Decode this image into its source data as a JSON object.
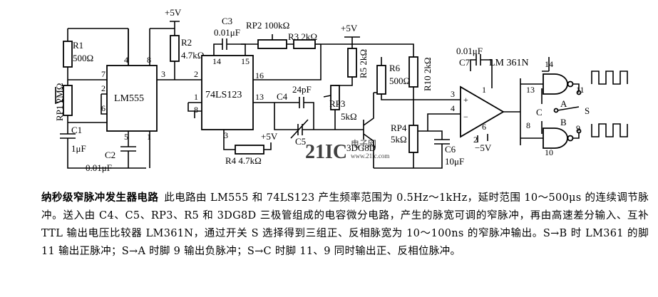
{
  "schematic": {
    "ic_labels": {
      "lm555": "LM555",
      "ls123": "74LS123",
      "lm361": "LM 361N",
      "transistor": "3DG8D"
    },
    "supply": {
      "plus5v_a": "+5V",
      "plus5v_b": "+5V",
      "plus5v_c": "+5V",
      "minus5v": "−5V"
    },
    "components": {
      "r1": "R1",
      "r1_value": "500Ω",
      "rp1": "RP1 2MΩ",
      "c1": "C1",
      "c1_value": "1μF",
      "r2": "R2",
      "r2_value": "4.7kΩ",
      "c2": "C2",
      "c2_value": "0.01μF",
      "c3": "C3",
      "c3_value": "0.01μF",
      "rp2": "RP2 100kΩ",
      "r3": "R3 2kΩ",
      "c4": "C4",
      "c4_value": "24pF",
      "c5": "C5",
      "r4": "R4 4.7kΩ",
      "rp3": "RP3",
      "rp3_value": "5kΩ",
      "r5": "R5 2kΩ",
      "r6": "R6",
      "r6_value": "500Ω",
      "r10": "R10 2kΩ",
      "c7": "C7",
      "c7_value": "0.01μF",
      "rp4": "RP4",
      "rp4_value": "5kΩ",
      "c6": "C6",
      "c6_value": "10μF"
    },
    "pins": {
      "lm555": {
        "p4": "4",
        "p8": "8",
        "p7": "7",
        "p2": "2",
        "p6": "6",
        "p3": "3",
        "p5": "5",
        "p1": "1"
      },
      "ls123": {
        "p14": "14",
        "p15": "15",
        "p16": "16",
        "p2": "2",
        "p1": "1",
        "p8": "8",
        "p13": "13",
        "p3": "3"
      },
      "comparator": {
        "p3": "3",
        "p4": "4",
        "p1": "1",
        "p6": "6",
        "p2": "2",
        "plus": "+",
        "minus": "−"
      },
      "outputs": {
        "p14": "14",
        "p13": "13",
        "p11": "11",
        "p8": "8",
        "p9": "9",
        "p10": "10"
      }
    },
    "switch": {
      "a": "A",
      "b": "B",
      "c": "C",
      "s": "S"
    },
    "watermark": {
      "logo": "21IC",
      "cn": "电子网",
      "url": "www.21ic.com"
    }
  },
  "caption": {
    "title": "纳秒级窄脉冲发生器电路",
    "body": "此电路由 LM555 和 74LS123 产生频率范围为 0.5Hz～1kHz，延时范围 10～500μs 的连续调节脉冲。送入由 C4、C5、RP3、R5 和 3DG8D 三极管组成的电容微分电路，产生的脉宽可调的窄脉冲，再由高速差分输入、互补 TTL 输出电压比较器 LM361N，通过开关 S 选择得到三组正、反相脉宽为 10～100ns 的窄脉冲输出。S→B 时 LM361 的脚 11 输出正脉冲；S→A 时脚 9 输出负脉冲；S→C 时脚 11、9 同时输出正、反相位脉冲。"
  },
  "colors": {
    "ink": "#000000",
    "watermark": "#2b7bbf"
  }
}
